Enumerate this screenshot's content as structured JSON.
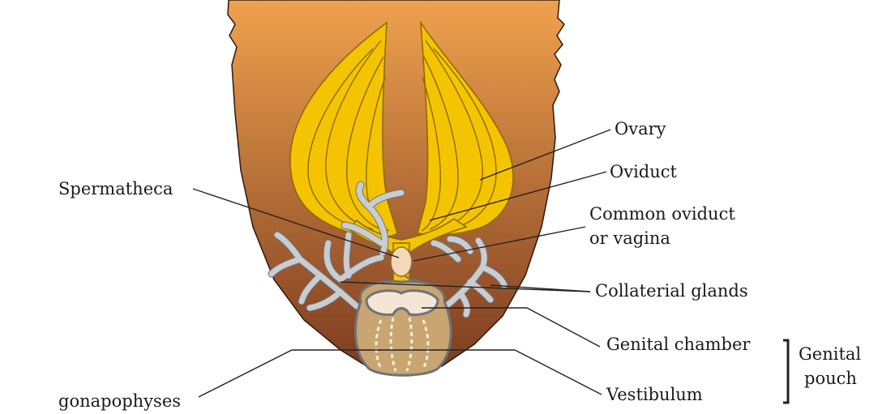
{
  "labels": {
    "ovary": "Ovary",
    "oviduct": "Oviduct",
    "spermatheca": "Spermatheca",
    "common_oviduct_line1": "Common oviduct",
    "common_oviduct_line2": "or vagina",
    "collaterial_glands": "Collaterial glands",
    "genital_chamber": "Genital chamber",
    "vestibulum": "Vestibulum",
    "gonapophyses": "gonapophyses",
    "genital_pouch_line1": "Genital",
    "genital_pouch_line2": "pouch"
  },
  "colors": {
    "body_top": "#EFA24E",
    "body_bottom": "#7A3A1F",
    "ovary_fill": "#F5C400",
    "ovary_stroke": "#8A6A00",
    "gland_fill": "#C9CDD2",
    "gland_stroke": "#6E7379",
    "chamber_fill": "#C9A572",
    "vestibule_fill": "#F3E6D5",
    "leader_line": "#222222"
  }
}
